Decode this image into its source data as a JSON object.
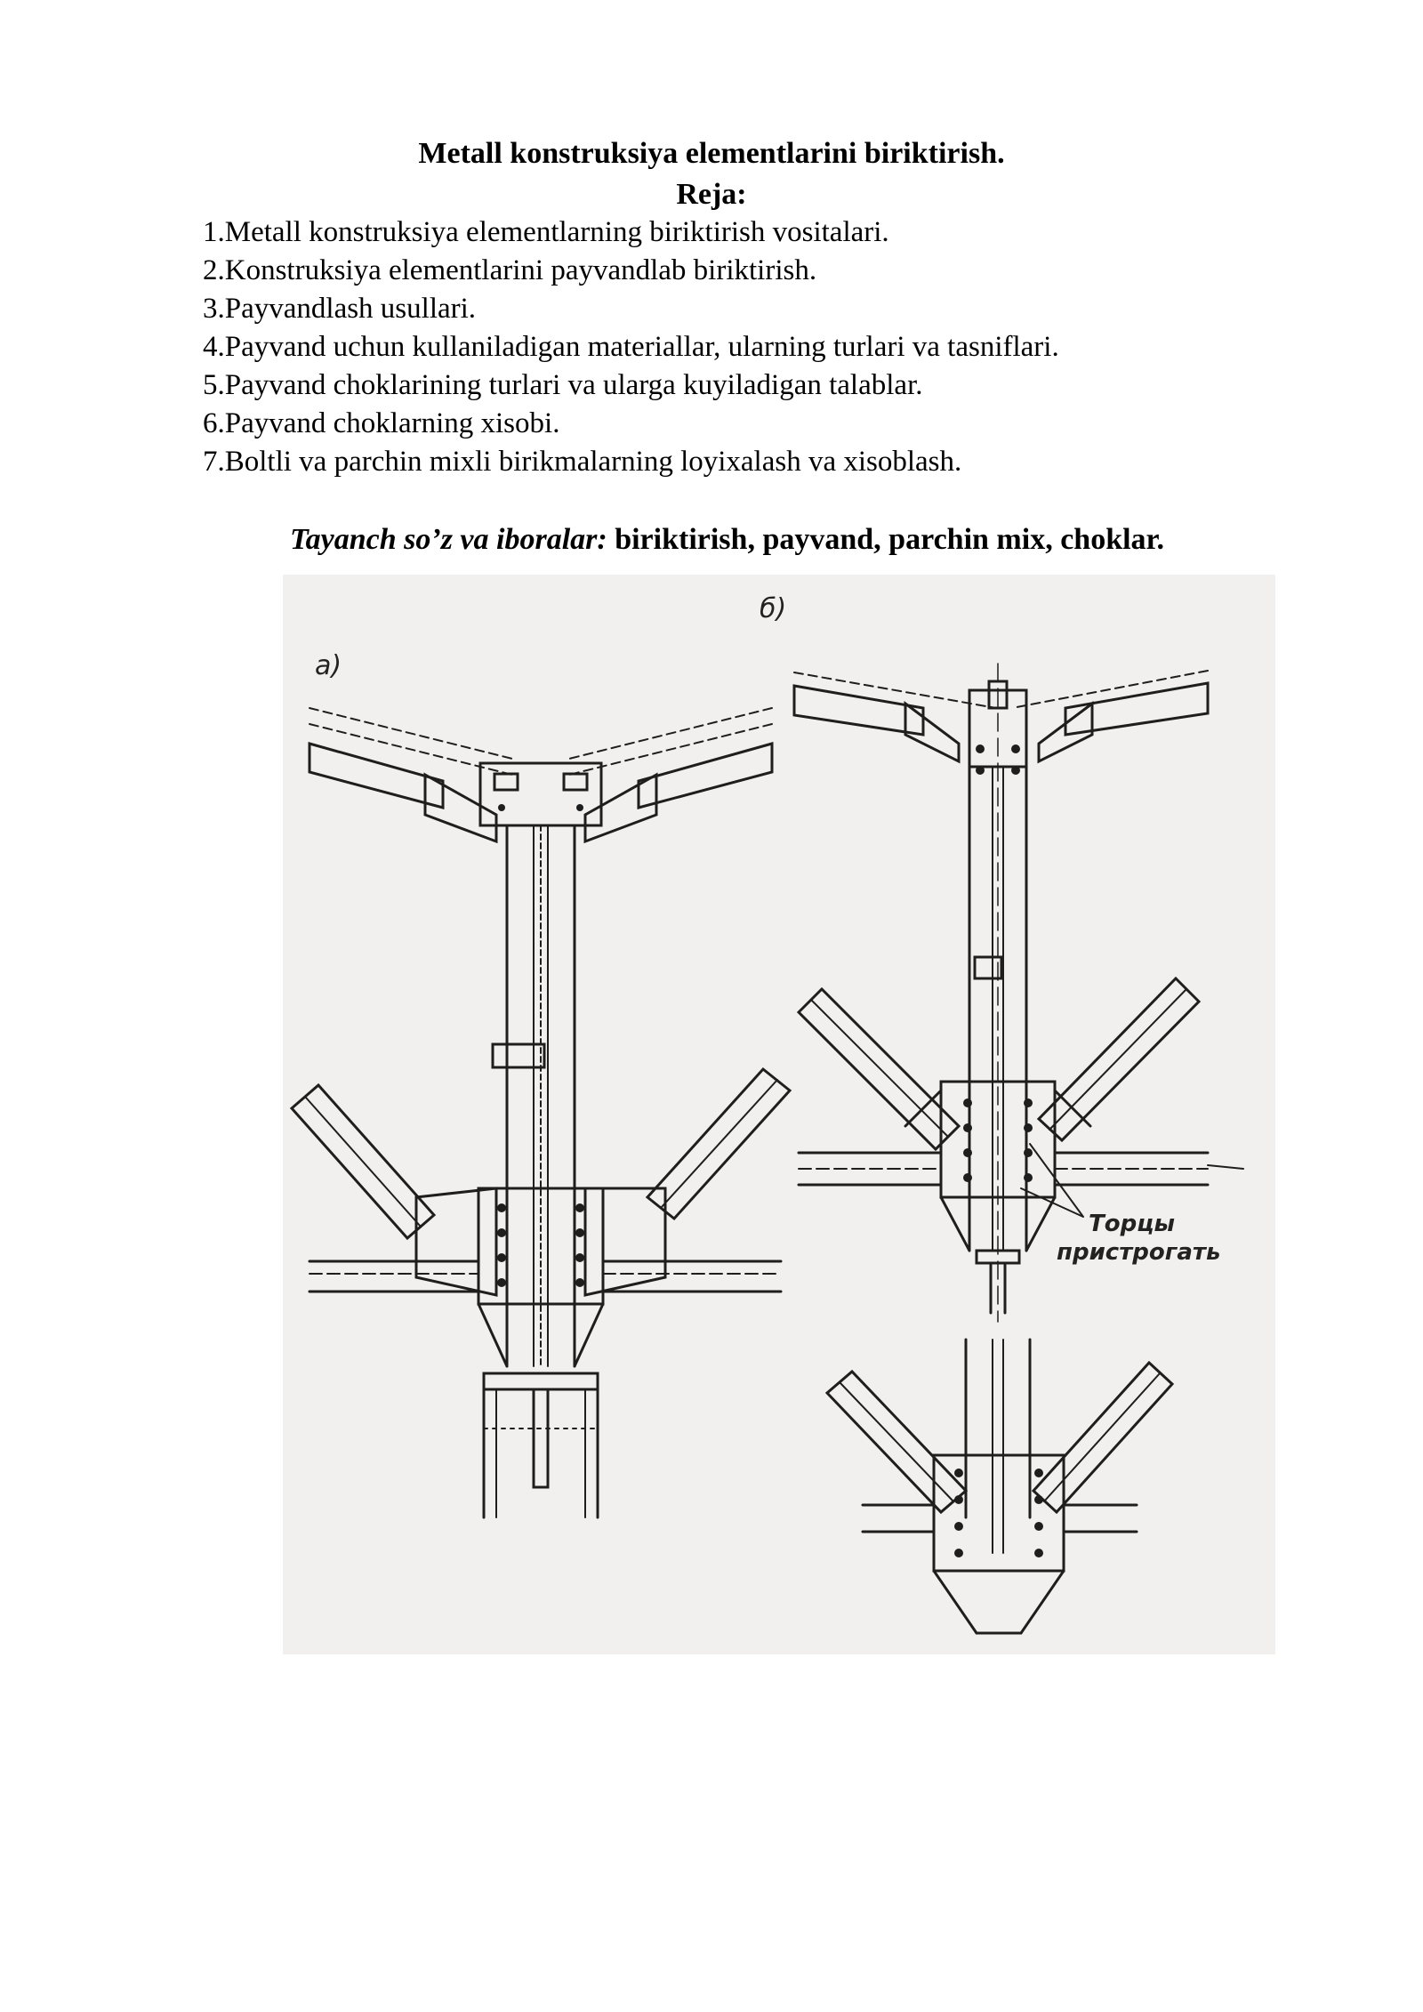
{
  "document": {
    "title": "Metall konstruksiya elementlarini biriktirish.",
    "subtitle": "Reja:",
    "plan": [
      "1.Metall konstruksiya elementlarning biriktirish vositalari.",
      "2.Konstruksiya elementlarini payvandlab biriktirish.",
      "3.Payvandlash usullari.",
      "4.Payvand uchun kullaniladigan materiallar, ularning turlari va tasniflari.",
      "5.Payvand choklarining turlari va ularga kuyiladigan talablar.",
      "6.Payvand choklarning xisobi.",
      "7.Boltli va parchin mixli birikmalarning loyixalash va xisoblash."
    ],
    "keywords_label": "Tayanch so’z va iboralar:",
    "keywords": "biriktirish, payvand, parchin mix, choklar."
  },
  "figure": {
    "label_a": "а)",
    "label_b": "б)",
    "annotation_line1": "Торцы",
    "annotation_line2": "пристрогать"
  }
}
